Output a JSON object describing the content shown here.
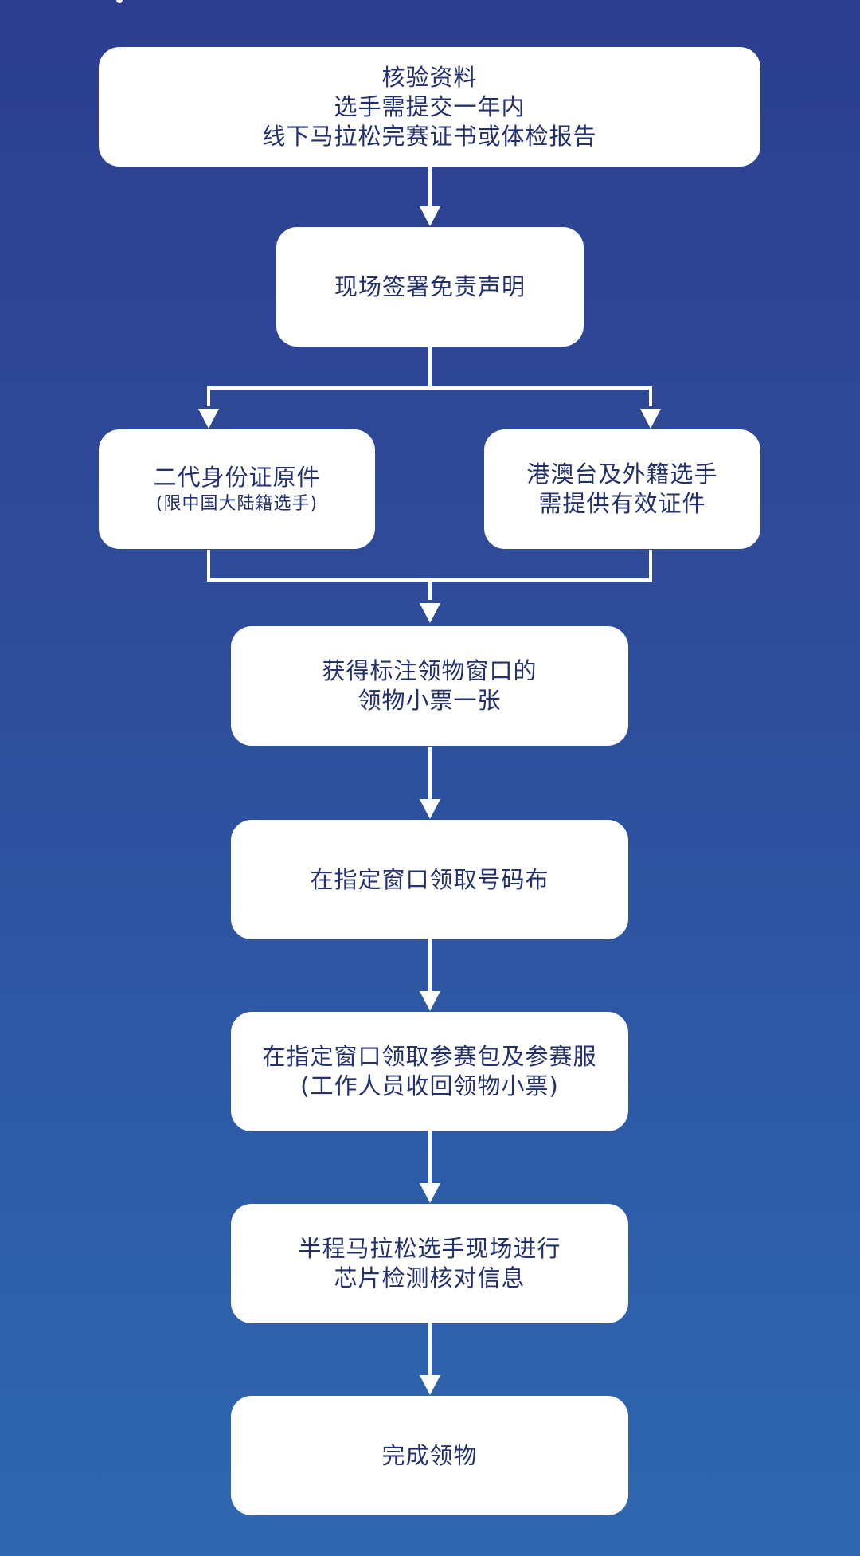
{
  "flowchart": {
    "verify": {
      "lines": [
        "核验资料",
        "选手需提交一年内",
        "线下马拉松完赛证书或体检报告"
      ]
    },
    "waiver": {
      "lines": [
        "现场签署免责声明"
      ]
    },
    "mainland_id": {
      "title": "二代身份证原件",
      "note": "(限中国大陆籍选手)"
    },
    "foreign_id": {
      "lines": [
        "港澳台及外籍选手",
        "需提供有效证件"
      ]
    },
    "ticket": {
      "lines": [
        "获得标注领物窗口的",
        "领物小票一张"
      ]
    },
    "bib": {
      "lines": [
        "在指定窗口领取号码布"
      ]
    },
    "kit": {
      "lines": [
        "在指定窗口领取参赛包及参赛服",
        "(工作人员收回领物小票)"
      ]
    },
    "chip": {
      "lines": [
        "半程马拉松选手现场进行",
        "芯片检测核对信息"
      ]
    },
    "done": {
      "lines": [
        "完成领物"
      ]
    }
  },
  "colors": {
    "background_top": "#2c3e8f",
    "background_bottom": "#2f68b0",
    "box_fill": "#ffffff",
    "text": "#23306e",
    "connector": "#ffffff"
  }
}
